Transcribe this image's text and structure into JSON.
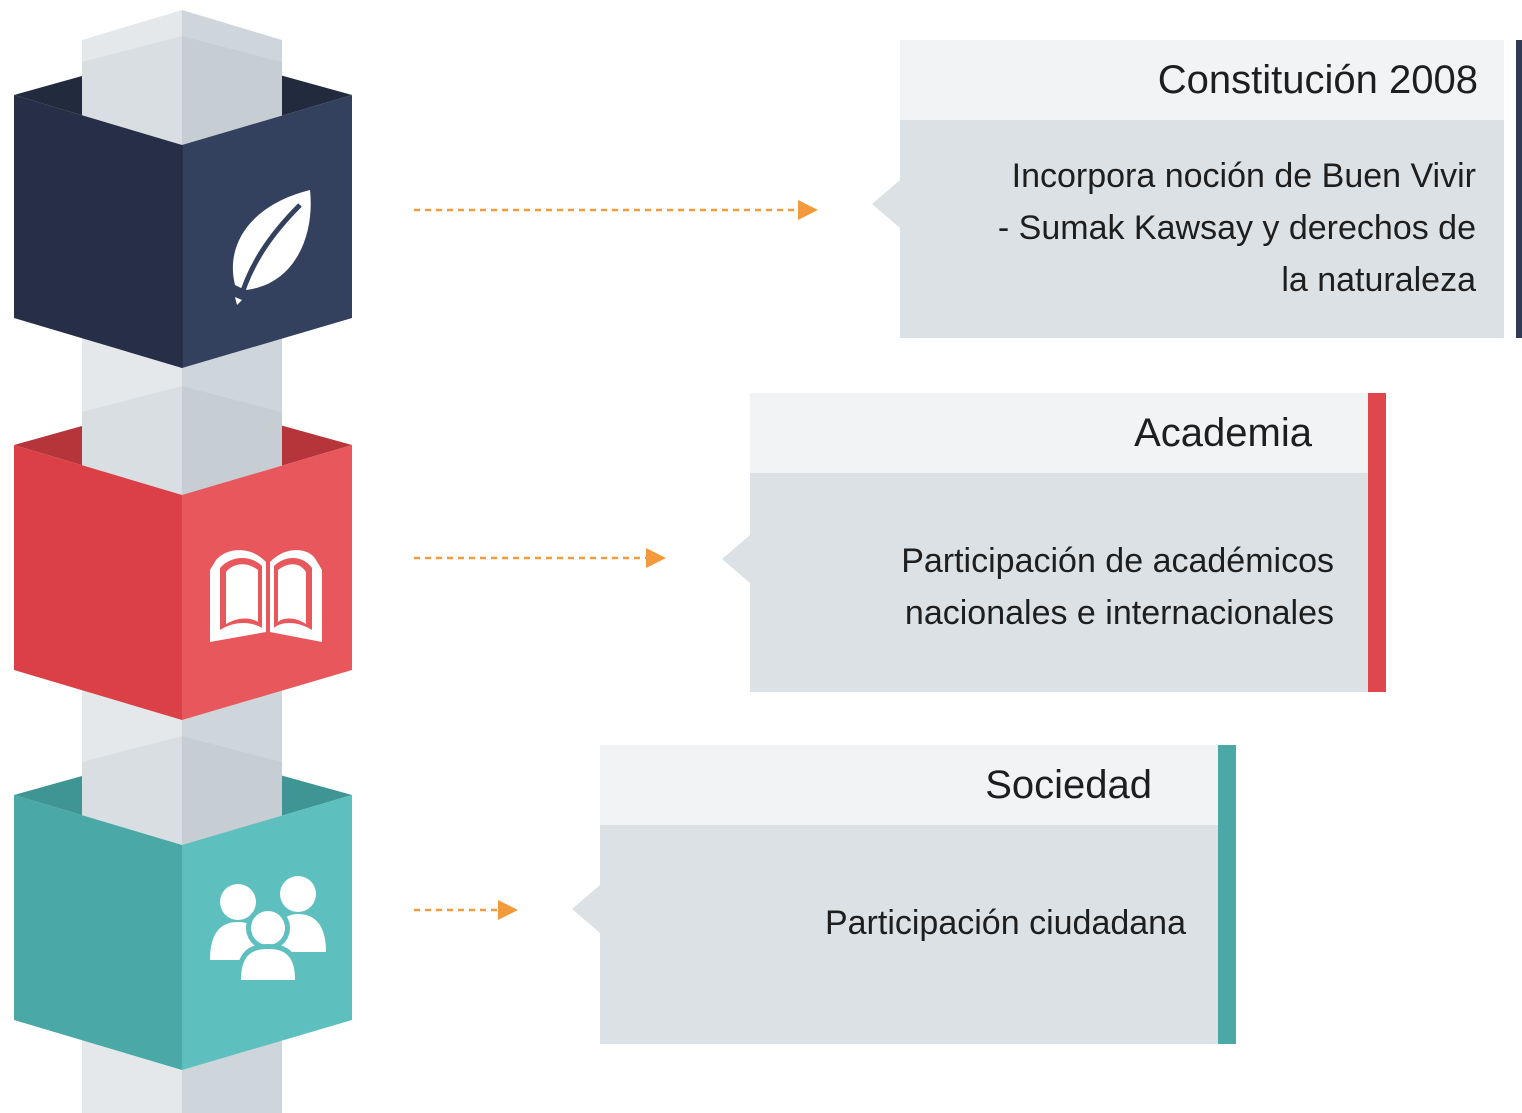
{
  "colors": {
    "pillar_light": "#d3dadf",
    "pillar_shade": "#bcc4ca",
    "navy": "#2f3a55",
    "red": "#e0474c",
    "teal": "#55b7b6",
    "arrow": "#f39a3c",
    "card_head": "#f1f3f5",
    "card_body": "#dbe1e5"
  },
  "items": [
    {
      "icon": "leaf-icon",
      "title": "Constitución 2008",
      "text": "Incorpora noción de Buen Vivir\n- Sumak Kawsay y derechos de\nla naturaleza",
      "accent": "#2f3a55"
    },
    {
      "icon": "open-book-icon",
      "title": "Academia",
      "text": "Participación de académicos\nnacionales e internacionales",
      "accent": "#e0474c"
    },
    {
      "icon": "people-group-icon",
      "title": "Sociedad",
      "text": "Participación ciudadana",
      "accent": "#55b7b6"
    }
  ]
}
